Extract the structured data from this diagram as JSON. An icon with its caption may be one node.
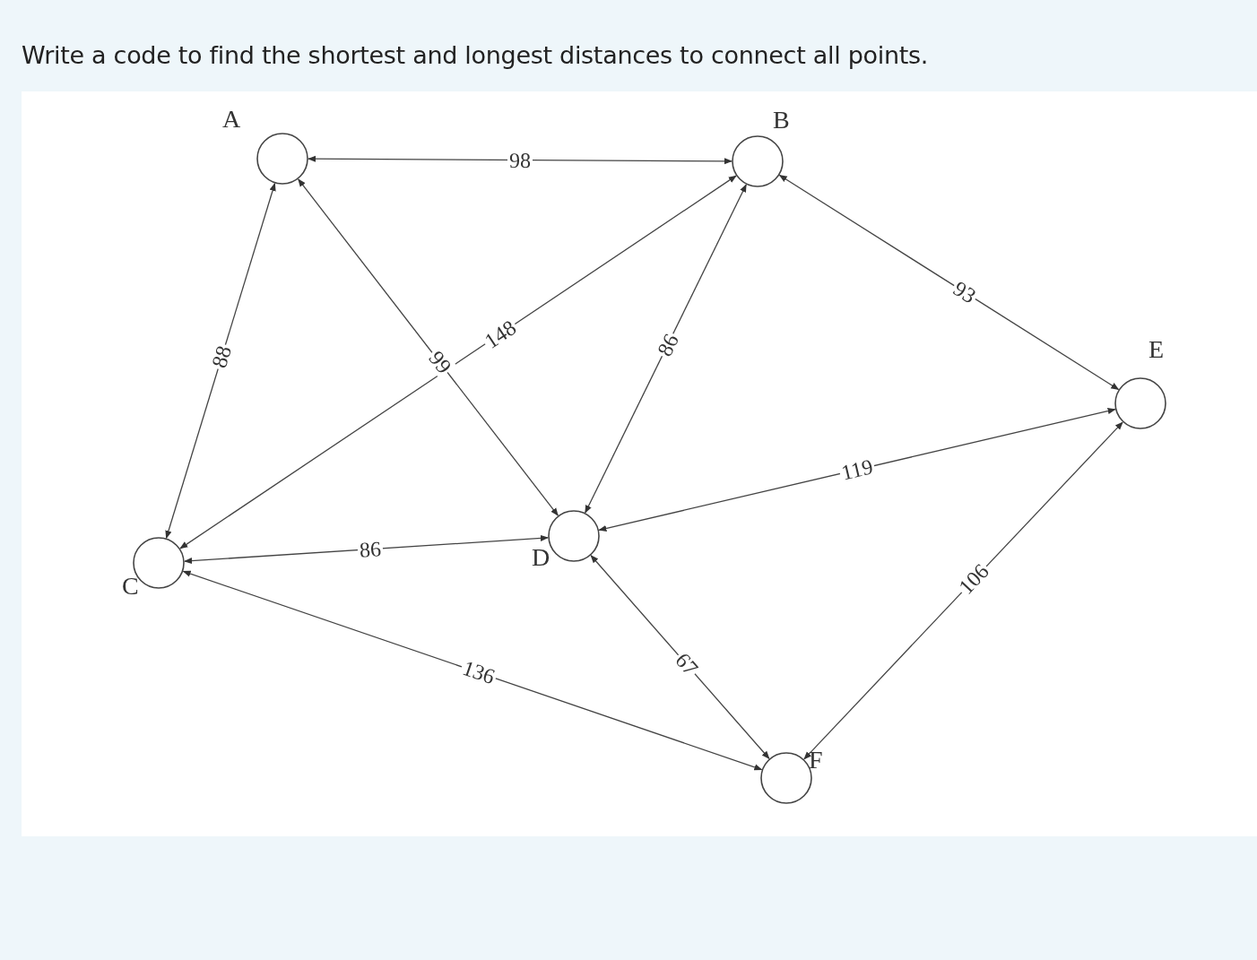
{
  "diagram": {
    "title": "Write a code to find the shortest and longest distances to connect all points.",
    "nodes": [
      {
        "text": [
          "A"
        ]
      },
      {
        "text": [
          "B"
        ]
      },
      {
        "text": [
          "C"
        ]
      },
      {
        "text": [
          "D"
        ]
      },
      {
        "text": [
          "E"
        ]
      },
      {
        "text": [
          "F"
        ]
      }
    ],
    "edges": [
      {
        "from": 0,
        "to": 1,
        "arrow": "both",
        "label": "98"
      },
      {
        "from": 0,
        "to": 2,
        "arrow": "both",
        "label": "88"
      },
      {
        "from": 0,
        "to": 3,
        "arrow": "both",
        "label": "99"
      },
      {
        "from": 1,
        "to": 2,
        "arrow": "both",
        "label": "148"
      },
      {
        "from": 1,
        "to": 3,
        "arrow": "both",
        "label": "86"
      },
      {
        "from": 1,
        "to": 4,
        "arrow": "both",
        "label": "93"
      },
      {
        "from": 3,
        "to": 4,
        "arrow": "both",
        "label": "119"
      },
      {
        "from": 2,
        "to": 3,
        "arrow": "both",
        "label": "86"
      },
      {
        "from": 2,
        "to": 5,
        "arrow": "both",
        "label": "136"
      },
      {
        "from": 3,
        "to": 5,
        "arrow": "both",
        "label": "67"
      },
      {
        "from": 4,
        "to": 5,
        "arrow": "both",
        "label": "106"
      }
    ]
  }
}
